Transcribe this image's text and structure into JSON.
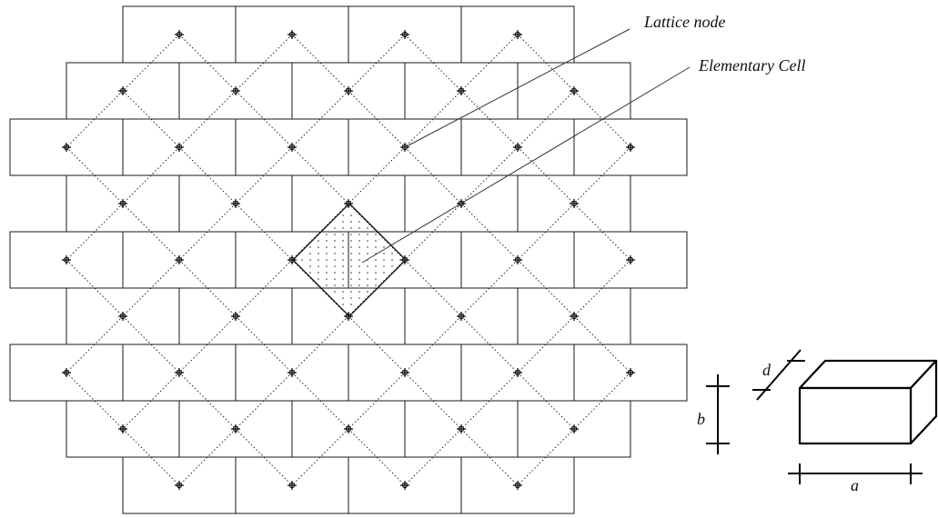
{
  "labels": {
    "lattice_node": "Lattice node",
    "elementary_cell": "Elementary Cell",
    "dim_a": "a",
    "dim_b": "b",
    "dim_d": "d"
  },
  "colors": {
    "line": "#1a1a1a",
    "background": "#ffffff"
  }
}
